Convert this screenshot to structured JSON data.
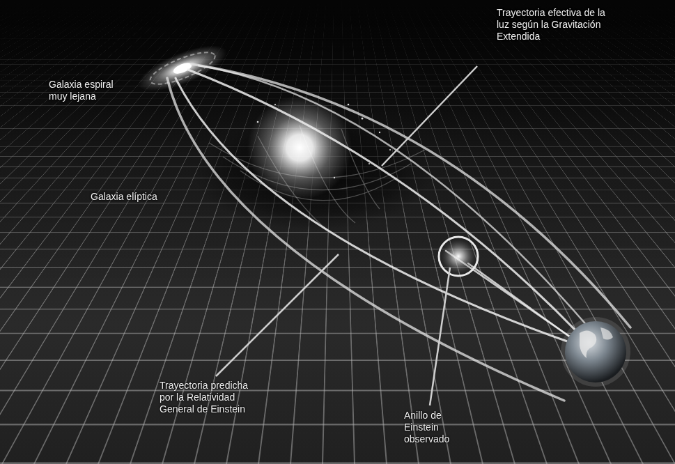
{
  "diagram": {
    "labels": [
      "Galaxia espiral muy lejana",
      "Trayectoria efectiva de la luz según la Gravitación Extendida",
      "Galaxia elíptica",
      "Trayectoria predicha por la Relatividad General de Einstein",
      "Anillo de Einstein observado"
    ]
  }
}
